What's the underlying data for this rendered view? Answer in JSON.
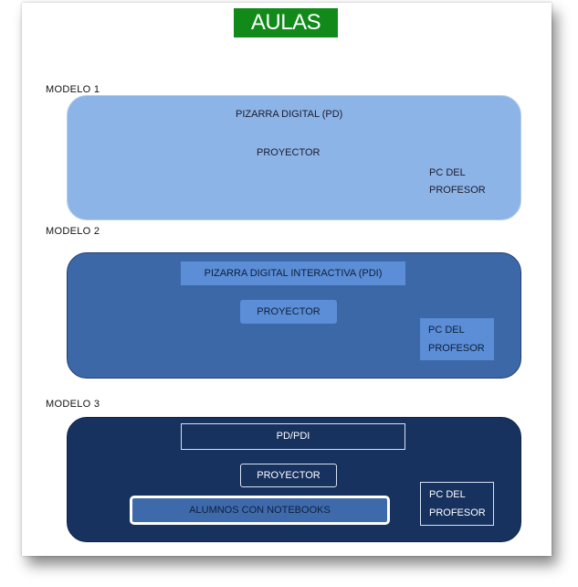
{
  "title": "AULAS TIC",
  "models": [
    {
      "label": "MODELO 1",
      "pizarra": "PIZARRA DIGITAL (PD)",
      "proyector": "PROYECTOR",
      "pc_line1": "PC DEL",
      "pc_line2": "PROFESOR"
    },
    {
      "label": "MODELO 2",
      "pizarra": "PIZARRA DIGITAL  INTERACTIVA (PDI)",
      "proyector": "PROYECTOR",
      "pc_line1": "PC DEL",
      "pc_line2": "PROFESOR"
    },
    {
      "label": "MODELO 3",
      "pizarra": "PD/PDI",
      "proyector": "PROYECTOR",
      "alumnos": "ALUMNOS CON NOTEBOOKS",
      "pc_line1": "PC DEL",
      "pc_line2": "PROFESOR"
    }
  ],
  "colors": {
    "title_bg": "#118a1a",
    "modelo1_fill": "#8db4e6",
    "modelo2_fill": "#3d68a8",
    "modelo3_fill": "#17325f"
  }
}
